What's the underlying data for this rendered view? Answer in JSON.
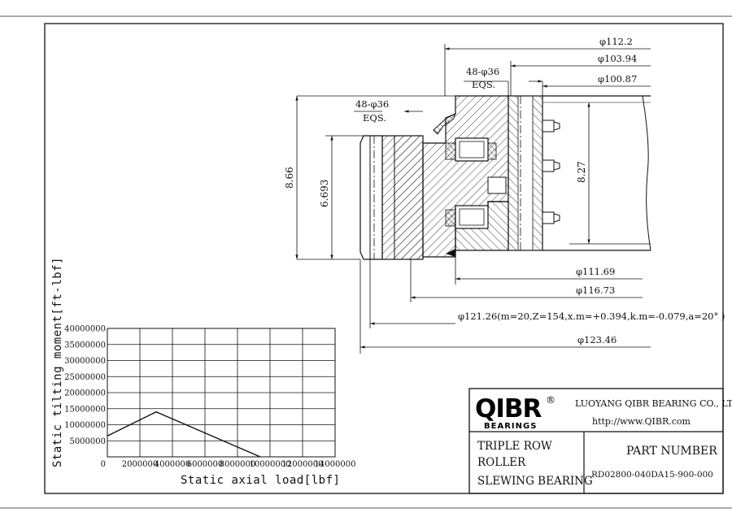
{
  "dimensions": {
    "d1": "φ112.2",
    "d2": "φ103.94",
    "d3": "φ100.87",
    "holes_top": "48-φ36",
    "holes_top_eqs": "EQS.",
    "holes_left": "48-φ36",
    "holes_left_eqs": "EQS.",
    "h_outer": "8.66",
    "h_inner": "6.693",
    "h_right": "8.27",
    "d4": "φ111.69",
    "d5": "φ116.73",
    "d6": "φ121.26(m=20,Z=154,x.m=+0.394,k.m=-0.079,a=20° )",
    "d7": "φ123.46"
  },
  "chart_data": {
    "type": "line",
    "xlabel": "Static axial load[lbf]",
    "ylabel": "Static tilting moment[ft-lbf]",
    "xlim": [
      0,
      14000000
    ],
    "ylim": [
      0,
      40000000
    ],
    "x_ticks": [
      "0",
      "2000000",
      "4000000",
      "6000000",
      "8000000",
      "10000000",
      "12000000",
      "14000000"
    ],
    "y_ticks": [
      "5000000",
      "10000000",
      "15000000",
      "20000000",
      "25000000",
      "30000000",
      "35000000",
      "40000000"
    ],
    "grid": true,
    "series": [
      {
        "x": [
          0,
          3000000,
          9400000
        ],
        "y": [
          6500000,
          14000000,
          0
        ]
      }
    ]
  },
  "title_block": {
    "logo": "QIBR",
    "logo_reg": "®",
    "logo_sub": "BEARINGS",
    "company": "LUOYANG QIBR BEARING CO., LTD",
    "url": "http://www.QIBR.com",
    "product_line1": "TRIPLE ROW",
    "product_line2": "ROLLER",
    "product_line3": "SLEWING BEARING",
    "part_label": "PART NUMBER",
    "part_number": "RD02800-040DA15-900-000"
  }
}
